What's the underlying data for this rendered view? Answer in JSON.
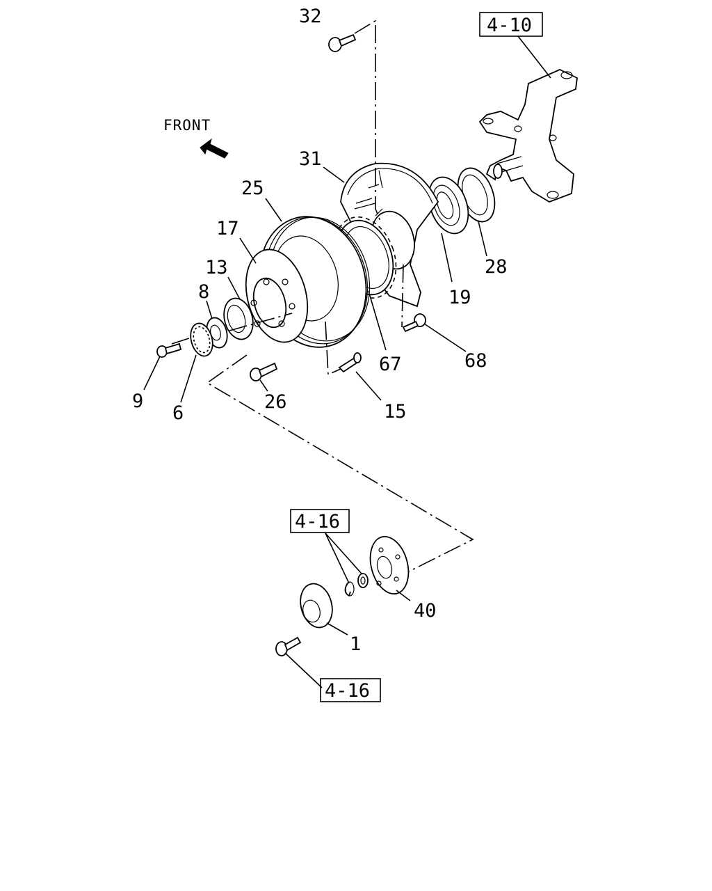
{
  "direction_label": "FRONT",
  "ref_boxes": {
    "knuckle_ref": "4-10",
    "upper_ref": "4-16",
    "lower_ref": "4-16"
  },
  "callouts": {
    "c1": "1",
    "c6": "6",
    "c8": "8",
    "c9": "9",
    "c13": "13",
    "c15": "15",
    "c17": "17",
    "c19": "19",
    "c25": "25",
    "c26": "26",
    "c28": "28",
    "c31": "31",
    "c32": "32",
    "c40": "40",
    "c67": "67",
    "c68": "68"
  }
}
